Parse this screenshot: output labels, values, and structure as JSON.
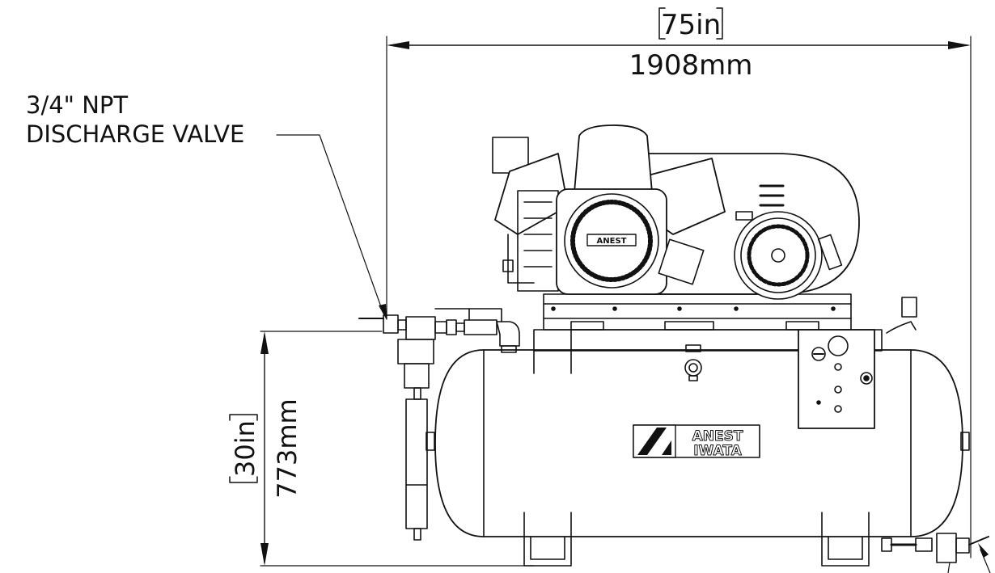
{
  "dimensions": {
    "width_in": "75in",
    "width_mm": "1908mm",
    "height_in": "30in",
    "height_mm": "773mm"
  },
  "callouts": {
    "discharge_valve_line1": "3/4\" NPT",
    "discharge_valve_line2": "DISCHARGE VALVE"
  },
  "brand": {
    "line1": "ANEST",
    "line2": "IWATA",
    "flywheel_badge": "ANEST"
  }
}
